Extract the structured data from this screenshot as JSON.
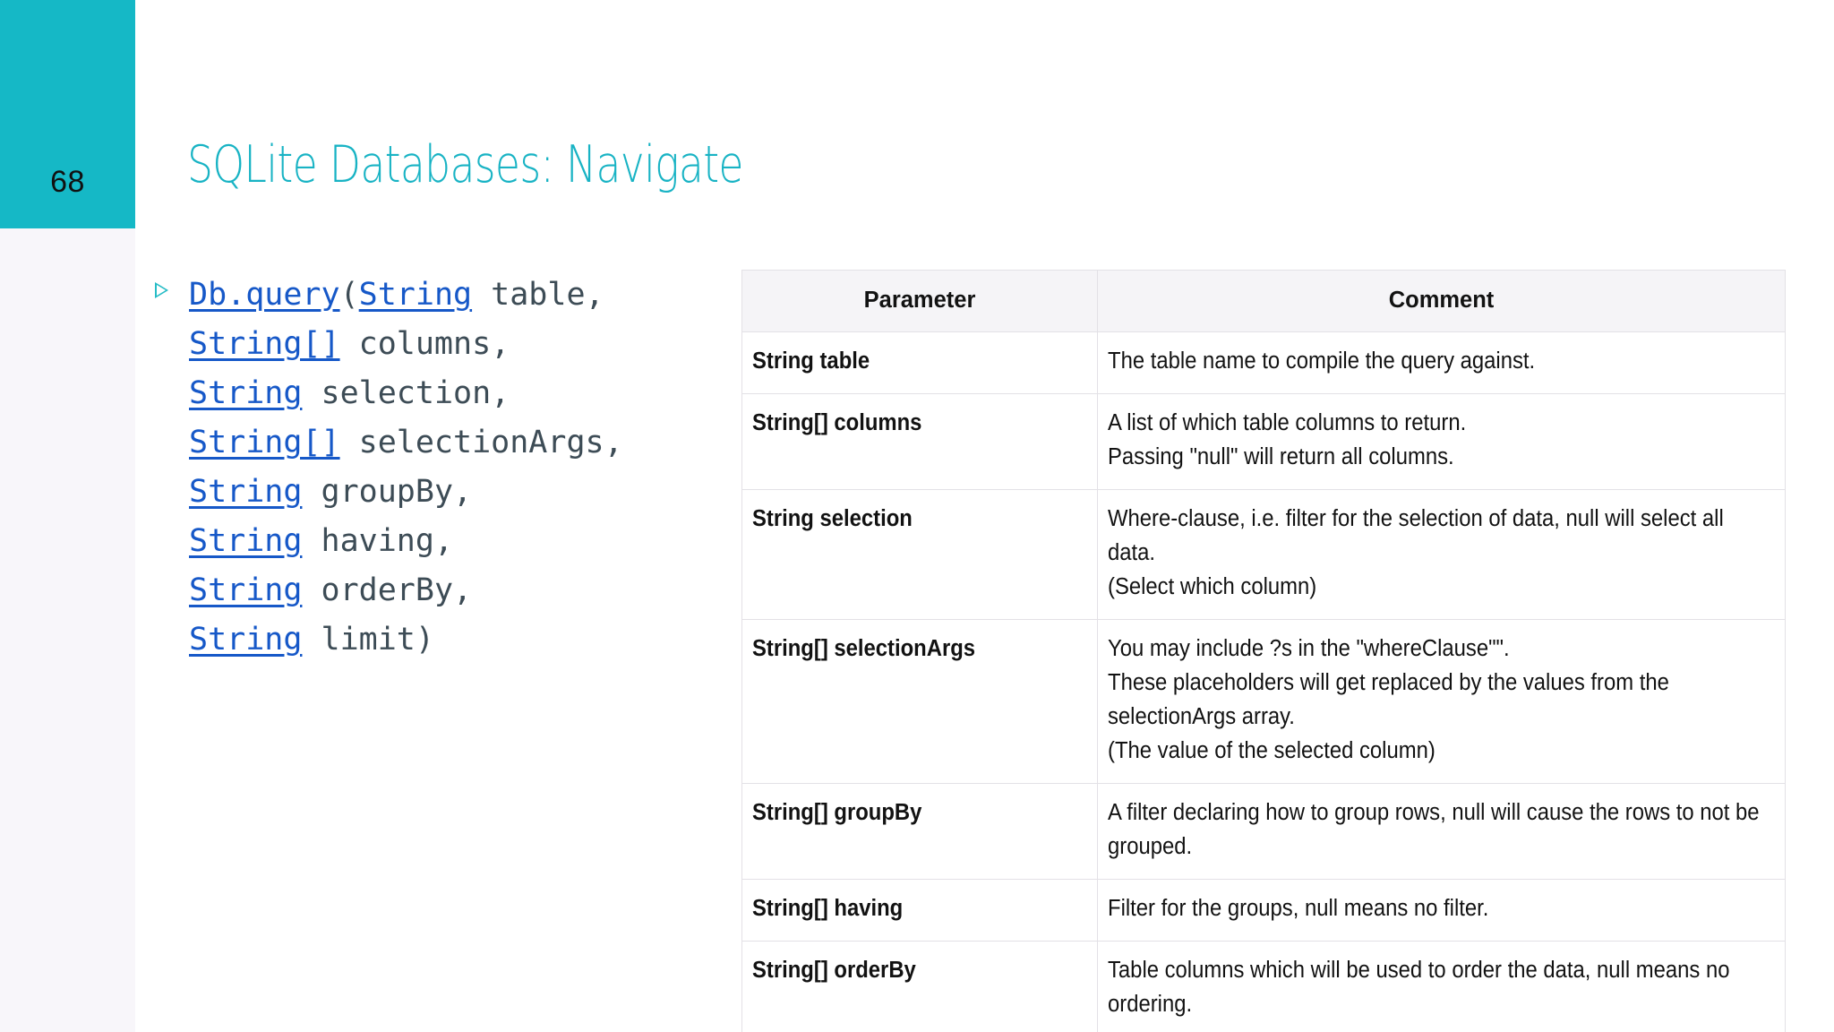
{
  "slide": {
    "page_number": "68",
    "title": "SQLite Databases: Navigate",
    "accent_color": "#15b8c6",
    "rail_color": "#f8f6fa",
    "link_color": "#1658c8",
    "code_color": "#3d4c56"
  },
  "code": {
    "bullet_icon": "triangle-right-icon",
    "lines": [
      [
        {
          "t": "Db.query",
          "link": true
        },
        {
          "t": "(",
          "link": false
        },
        {
          "t": "String",
          "link": true
        },
        {
          "t": " table,",
          "link": false
        }
      ],
      [
        {
          "t": "String[]",
          "link": true
        },
        {
          "t": " columns,",
          "link": false
        }
      ],
      [
        {
          "t": "String",
          "link": true
        },
        {
          "t": " selection,",
          "link": false
        }
      ],
      [
        {
          "t": "String[]",
          "link": true
        },
        {
          "t": " selectionArgs,",
          "link": false
        }
      ],
      [
        {
          "t": "String",
          "link": true
        },
        {
          "t": " groupBy,",
          "link": false
        }
      ],
      [
        {
          "t": "String",
          "link": true
        },
        {
          "t": " having,",
          "link": false
        }
      ],
      [
        {
          "t": "String",
          "link": true
        },
        {
          "t": " orderBy,",
          "link": false
        }
      ],
      [
        {
          "t": "String",
          "link": true
        },
        {
          "t": " limit)",
          "link": false
        }
      ]
    ]
  },
  "table": {
    "headers": [
      "Parameter",
      "Comment"
    ],
    "rows": [
      {
        "parameter": "String table",
        "comment": [
          "The table name to compile the query against."
        ]
      },
      {
        "parameter": "String[] columns",
        "comment": [
          "A list of which table columns to return.",
          "Passing \"null\" will return all columns."
        ]
      },
      {
        "parameter": "String selection",
        "comment": [
          "Where-clause, i.e. filter for the selection of data, null will select all data.",
          "(Select which column)"
        ]
      },
      {
        "parameter": "String[] selectionArgs",
        "comment": [
          "You may include ?s in the \"whereClause\"\".",
          "These placeholders will get replaced by the values from the selectionArgs array.",
          "(The value of the selected column)"
        ]
      },
      {
        "parameter": "String[] groupBy",
        "comment": [
          "A filter declaring how to group rows, null will cause the rows to not be grouped."
        ]
      },
      {
        "parameter": "String[] having",
        "comment": [
          "Filter for the groups, null means no filter."
        ]
      },
      {
        "parameter": "String[] orderBy",
        "comment": [
          "Table columns which will be used to order the data, null means no ordering."
        ]
      }
    ]
  }
}
